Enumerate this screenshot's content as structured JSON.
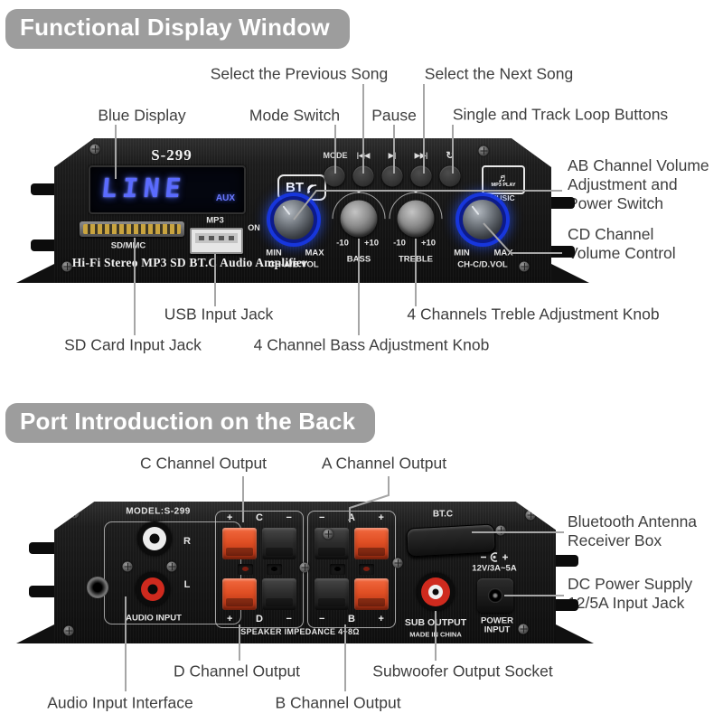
{
  "front": {
    "banner": "Functional Display Window",
    "labels": {
      "blue_display": "Blue Display",
      "mode_switch": "Mode Switch",
      "prev_song": "Select the Previous Song",
      "pause": "Pause",
      "next_song": "Select the Next Song",
      "loop_buttons": "Single and Track Loop Buttons",
      "ab_volume": [
        "AB Channel Volume",
        "Adjustment and",
        "Power Switch"
      ],
      "cd_volume": [
        "CD Channel",
        "Volume Control"
      ],
      "usb_jack": "USB Input Jack",
      "treble_knob": "4 Channels Treble Adjustment Knob",
      "sd_jack": "SD Card Input Jack",
      "bass_knob": "4 Channel Bass Adjustment Knob"
    },
    "panel": {
      "model": "S-299",
      "display_text": "LINE",
      "display_aux": "AUX",
      "bt_text": "BT",
      "mode_button": "MODE",
      "mp3_badge_top": "MP3 PLAY",
      "mp3_badge_bottom": "MUSIC",
      "sd_slot": "SD/MMC",
      "usb_port": "MP3",
      "tagline": "Hi-Fi Stereo MP3 SD BT.C Audio Amplifier",
      "power_on": "ON",
      "ab_knob": {
        "min": "MIN",
        "max": "MAX",
        "label": "CH-A/B.VOL"
      },
      "bass": {
        "minus": "-10",
        "plus": "+10",
        "label": "BASS"
      },
      "treble": {
        "minus": "-10",
        "plus": "+10",
        "label": "TREBLE"
      },
      "cd_knob": {
        "min": "MIN",
        "max": "MAX",
        "label": "CH-C/D.VOL"
      }
    }
  },
  "back": {
    "banner": "Port Introduction on the Back",
    "labels": {
      "c_out": "C Channel Output",
      "a_out": "A Channel Output",
      "bt_box": [
        "Bluetooth Antenna",
        "Receiver Box"
      ],
      "dc_supply": [
        "DC Power Supply",
        "12/5A Input Jack"
      ],
      "d_out": "D Channel Output",
      "sub_out": "Subwoofer Output Socket",
      "audio_in": "Audio Input Interface",
      "b_out": "B Channel Output"
    },
    "panel": {
      "model": "MODEL:S-299",
      "rca_right": "R",
      "rca_left": "L",
      "audio_input": "AUDIO INPUT",
      "term_c": {
        "left": "+",
        "ch": "C",
        "right": "−"
      },
      "term_d": {
        "left": "+",
        "ch": "D",
        "right": "−"
      },
      "term_a": {
        "left": "−",
        "ch": "A",
        "right": "+"
      },
      "term_b": {
        "left": "−",
        "ch": "B",
        "right": "+"
      },
      "impedance": "SPEAKER IMPEDANCE 4~8Ω",
      "bt_label": "BT.C",
      "sub_output": "SUB OUTPUT",
      "made_in": "MADE IN CHINA",
      "dc_rating": "12V/3A~5A",
      "power_line1": "POWER",
      "power_line2": "INPUT"
    }
  },
  "icons": {
    "prev": "|◀◀",
    "pause": "▶|",
    "next": "▶▶|",
    "loop": "↻",
    "music_note": "♬"
  },
  "colors": {
    "banner_bg": "#9d9d9d",
    "label_text": "#3e3e3e",
    "leader_line": "#a6a6a6",
    "panel_black": "#161616",
    "led_blue": "#5b6bff",
    "knob_ring_blue": "#1d3fe0",
    "terminal_red": "#e04f24",
    "rca_red": "#cf2a1e"
  }
}
